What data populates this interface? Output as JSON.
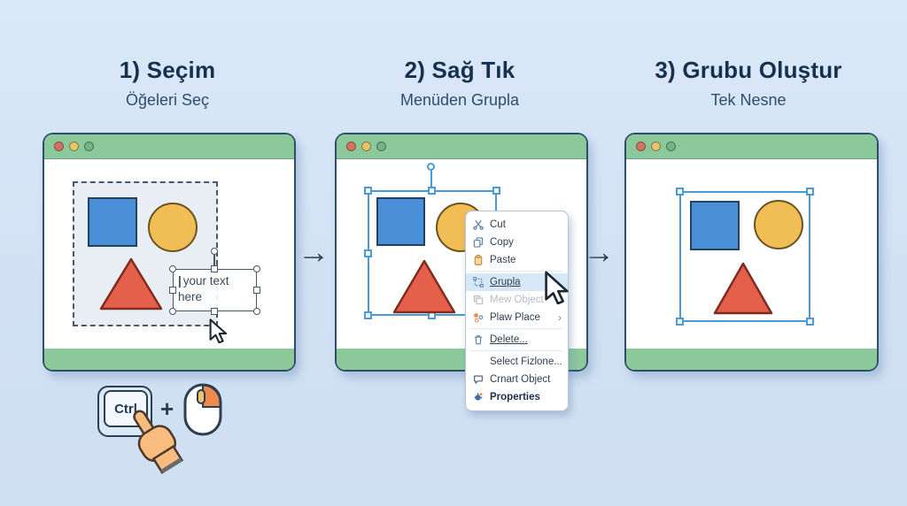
{
  "steps": [
    {
      "title": "1) Seçim",
      "subtitle": "Öğeleri Seç"
    },
    {
      "title": "2) Sağ Tık",
      "subtitle": "Menüden Grupla"
    },
    {
      "title": "3) Grubu Oluştur",
      "subtitle": "Tek Nesne"
    }
  ],
  "arrows": {
    "glyph": "→"
  },
  "textbox": {
    "caret": "|",
    "text": "your text here"
  },
  "context_menu": {
    "submenu_arrow": "›",
    "items": [
      {
        "label": "Cut",
        "icon": "scissors-icon",
        "state": "normal"
      },
      {
        "label": "Copy",
        "icon": "copy-icon",
        "state": "normal"
      },
      {
        "label": "Paste",
        "icon": "clipboard-icon",
        "state": "normal"
      },
      {
        "label": "Grupla",
        "icon": "group-icon",
        "state": "highlighted"
      },
      {
        "label": "Mew Object",
        "icon": "layers-icon",
        "state": "disabled"
      },
      {
        "label": "Plaw Place",
        "icon": "dots-icon",
        "state": "normal",
        "has_submenu": true
      },
      {
        "label": "Delete...",
        "icon": "trash-icon",
        "state": "normal"
      },
      {
        "label": "Select Fizlone...",
        "icon": null,
        "state": "normal"
      },
      {
        "label": "Crnart Object",
        "icon": "speech-bubble-icon",
        "state": "normal"
      },
      {
        "label": "Properties",
        "icon": "properties-icon",
        "state": "bold"
      }
    ]
  },
  "shortcut": {
    "key_label": "Ctrl",
    "plus": "+"
  },
  "colors": {
    "background": "#d2e2f4",
    "window_green": "#8bc99b",
    "ink": "#16304f",
    "shape_blue": "#4a90d8",
    "shape_yellow": "#f1bd55",
    "shape_red": "#e5604b",
    "selection_blue": "#4a9ad8",
    "menu_highlight": "#d6e7f8",
    "accent_orange": "#ef8a4d",
    "dot_red": "#d9705e",
    "dot_yellow": "#e9c568",
    "dot_green": "#74b383"
  }
}
